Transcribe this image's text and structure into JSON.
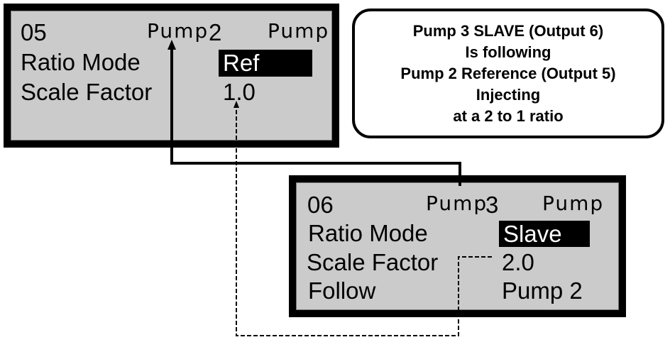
{
  "panel_ref": {
    "number": "05",
    "pump_label": "Pump",
    "pump_number": "2",
    "pump_suffix": "Pump",
    "rows": [
      {
        "label": "Ratio Mode",
        "value": "Ref",
        "highlighted": true
      },
      {
        "label": "Scale Factor",
        "value": "1.0",
        "highlighted": false
      }
    ]
  },
  "panel_slave": {
    "number": "06",
    "pump_label": "Pump",
    "pump_number": "3",
    "pump_suffix": "Pump",
    "rows": [
      {
        "label": "Ratio Mode",
        "value": "Slave",
        "highlighted": true
      },
      {
        "label": "Scale Factor",
        "value": "2.0",
        "highlighted": false
      },
      {
        "label": "Follow",
        "value": "Pump 2",
        "highlighted": false
      }
    ]
  },
  "info_box": {
    "lines": [
      "Pump 3 SLAVE (Output 6)",
      "Is following",
      "Pump 2 Reference (Output 5)",
      "Injecting",
      "at a 2 to 1 ratio"
    ]
  },
  "connectors": [
    {
      "name": "follow-link",
      "style": "solid",
      "from": "panel_slave.pump",
      "to": "panel_ref.pump"
    },
    {
      "name": "scale-link",
      "style": "dashed",
      "from": "panel_slave.scale_factor",
      "to": "panel_ref.scale_factor"
    }
  ]
}
